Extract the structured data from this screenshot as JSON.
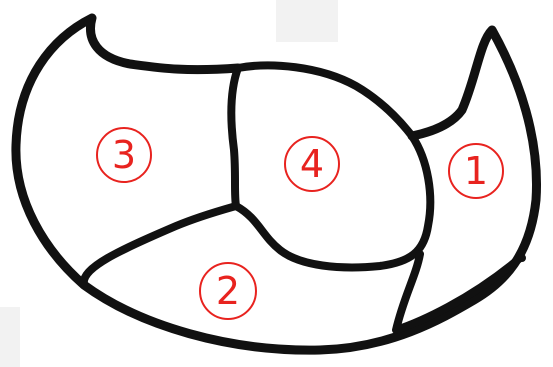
{
  "diagram": {
    "style": {
      "line_color": "#111111",
      "label_color": "#e8231f",
      "background": "#ffffff"
    },
    "regions": [
      {
        "id": "region-1",
        "label": "1"
      },
      {
        "id": "region-2",
        "label": "2"
      },
      {
        "id": "region-3",
        "label": "3"
      },
      {
        "id": "region-4",
        "label": "4"
      }
    ]
  }
}
